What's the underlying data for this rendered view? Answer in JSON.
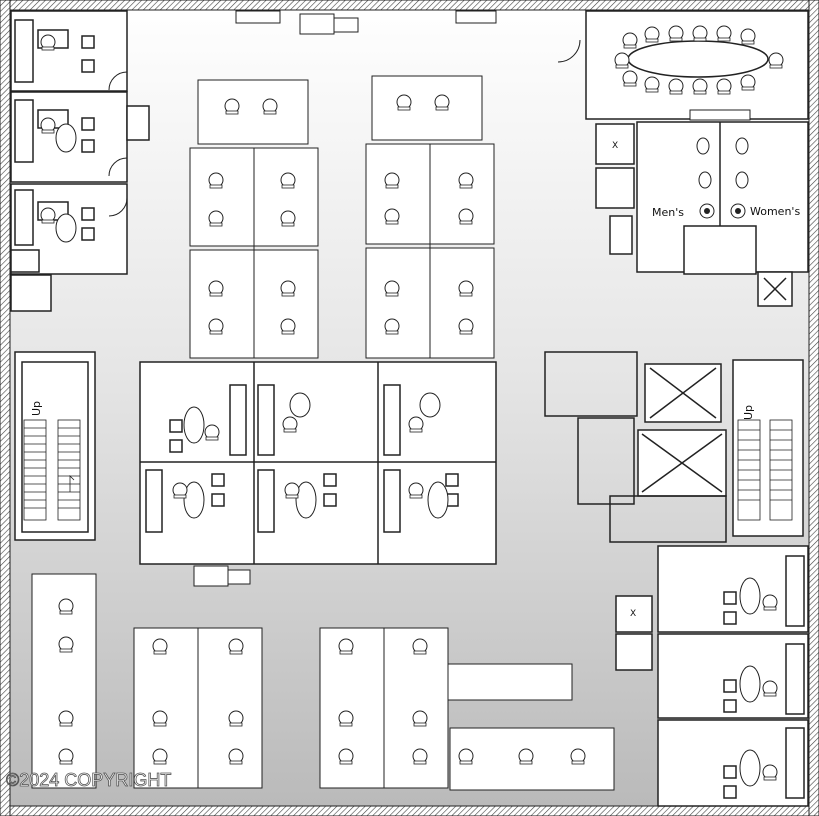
{
  "labels": {
    "mens": "Men's",
    "womens": "Women's",
    "stair_up_left": "Up",
    "stair_up_right": "Up",
    "elevator_mark_1": "X",
    "elevator_mark_2": "X"
  },
  "watermark": "©2024 COPYRIGHT",
  "icons": [
    "door-swing-icon",
    "desk-chair-icon",
    "conference-table-icon",
    "toilet-icon",
    "stair-icon",
    "elevator-icon",
    "restroom-sign-icon",
    "copier-icon"
  ]
}
